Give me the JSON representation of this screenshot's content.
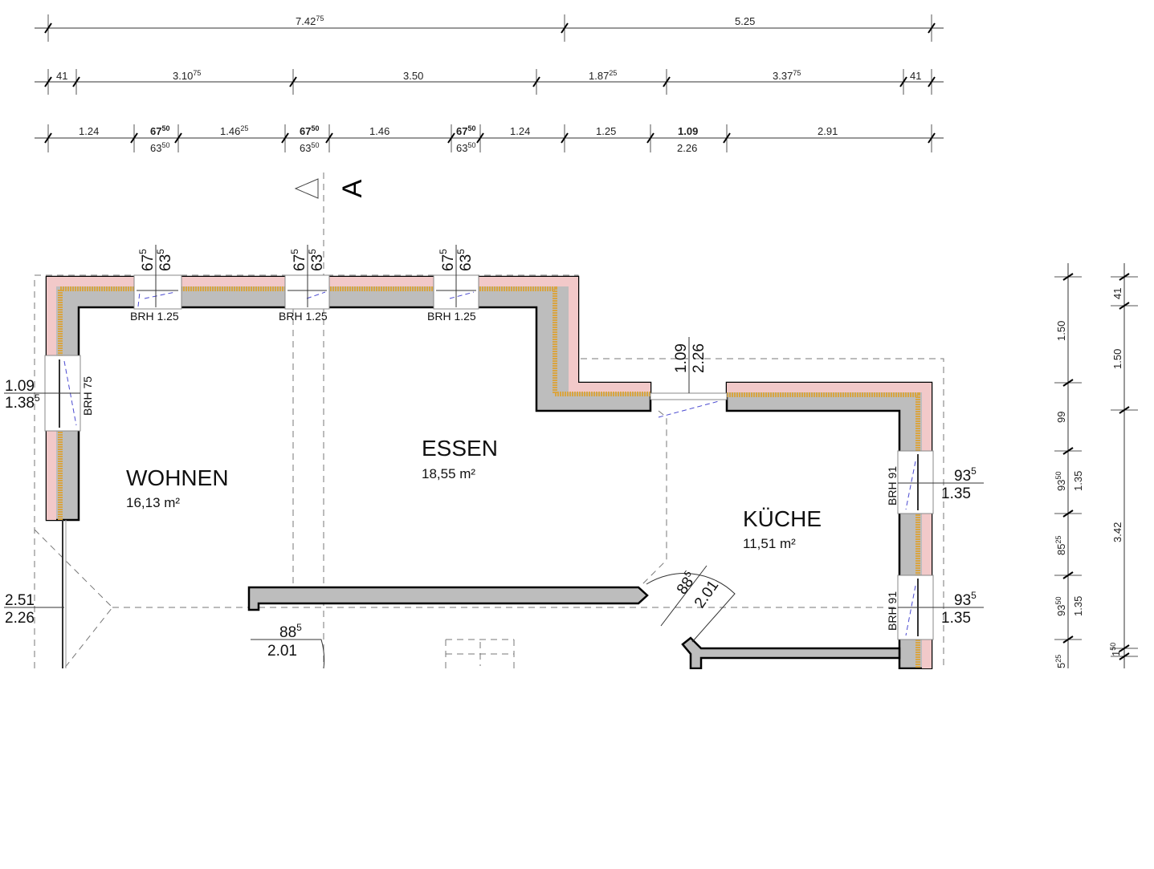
{
  "dimensions": {
    "row1": [
      {
        "v": "7.42",
        "s": "75"
      },
      {
        "v": "5.25",
        "s": ""
      }
    ],
    "row2": [
      {
        "v": "41",
        "s": ""
      },
      {
        "v": "3.10",
        "s": "75"
      },
      {
        "v": "3.50",
        "s": ""
      },
      {
        "v": "1.87",
        "s": "25"
      },
      {
        "v": "3.37",
        "s": "75"
      },
      {
        "v": "41",
        "s": ""
      }
    ],
    "row3_top": [
      {
        "v": "1.24",
        "s": ""
      },
      {
        "v": "67",
        "s": "50"
      },
      {
        "v": "1.46",
        "s": "25"
      },
      {
        "v": "67",
        "s": "50"
      },
      {
        "v": "1.46",
        "s": ""
      },
      {
        "v": "67",
        "s": "50"
      },
      {
        "v": "1.24",
        "s": ""
      },
      {
        "v": "1.25",
        "s": ""
      },
      {
        "v": "1.09",
        "s": ""
      },
      {
        "v": "2.91",
        "s": ""
      }
    ],
    "row3_bottom": [
      {
        "v": "63",
        "s": "50"
      },
      {
        "v": "63",
        "s": "50"
      },
      {
        "v": "63",
        "s": "50"
      },
      {
        "v": "2.26",
        "s": ""
      }
    ],
    "right1": [
      {
        "v": "1.50",
        "s": ""
      },
      {
        "v": "99",
        "s": ""
      },
      {
        "v": "93",
        "s": "50"
      },
      {
        "v": "1.35",
        "s": ""
      },
      {
        "v": "85",
        "s": "25"
      },
      {
        "v": "93",
        "s": "50"
      },
      {
        "v": "1.35",
        "s": ""
      },
      {
        "v": "5",
        "s": "25"
      }
    ],
    "right2": [
      {
        "v": "41",
        "s": ""
      },
      {
        "v": "1.50",
        "s": ""
      },
      {
        "v": "3.42",
        "s": ""
      },
      {
        "v": "1",
        "s": "50"
      }
    ]
  },
  "section_marker": {
    "label": "A"
  },
  "rooms": [
    {
      "name": "WOHNEN",
      "area": "16,13 m²"
    },
    {
      "name": "ESSEN",
      "area": "18,55 m²"
    },
    {
      "name": "KÜCHE",
      "area": "11,51 m²"
    }
  ],
  "openings": {
    "top_windows": [
      {
        "w": "67",
        "ws": "5",
        "h": "63",
        "hs": "5",
        "brh": "BRH 1.25"
      },
      {
        "w": "67",
        "ws": "5",
        "h": "63",
        "hs": "5",
        "brh": "BRH 1.25"
      },
      {
        "w": "67",
        "ws": "5",
        "h": "63",
        "hs": "5",
        "brh": "BRH 1.25"
      }
    ],
    "left_window": {
      "w": "1.09",
      "h": "1.38",
      "hs": "5",
      "brh": "BRH 75"
    },
    "terrace_door": {
      "w": "2.51",
      "h": "2.26"
    },
    "kitchen_opening": {
      "w": "1.09",
      "h": "2.26"
    },
    "interior_door_1": {
      "w": "88",
      "ws": "5",
      "h": "2.01"
    },
    "interior_door_2": {
      "w": "88",
      "ws": "5",
      "h": "2.01"
    },
    "right_windows": [
      {
        "w": "93",
        "ws": "5",
        "h": "1.35",
        "brh": "BRH 91"
      },
      {
        "w": "93",
        "ws": "5",
        "h": "1.35",
        "brh": "BRH 91"
      }
    ]
  },
  "colors": {
    "exterior_render": "#f2c9c9",
    "insulation": "#d9a441",
    "masonry": "#bdbdbd"
  }
}
